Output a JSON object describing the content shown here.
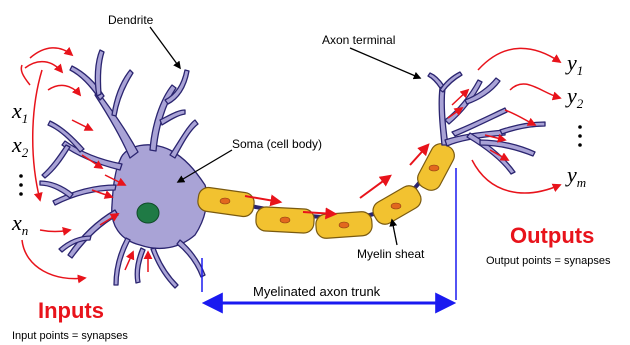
{
  "labels": {
    "dendrite": "Dendrite",
    "axon_terminal": "Axon terminal",
    "soma": "Soma (cell body)",
    "myelin_sheath": "Myelin sheat",
    "axon_trunk": "Myelinated axon trunk",
    "inputs": "Inputs",
    "inputs_sub": "Input points = synapses",
    "outputs": "Outputs",
    "outputs_sub": "Output points = synapses"
  },
  "inputs": {
    "var": "x",
    "subs": [
      "1",
      "2",
      "n"
    ]
  },
  "outputs": {
    "var": "y",
    "subs": [
      "1",
      "2",
      "m"
    ]
  },
  "colors": {
    "neuron_fill": "#a9a3d6",
    "neuron_stroke": "#2b2570",
    "myelin_fill": "#f2c230",
    "myelin_stroke": "#7a5a10",
    "nucleus": "#1f7a45",
    "arrow_red": "#e8131b",
    "trunk_blue": "#1a1af0"
  }
}
